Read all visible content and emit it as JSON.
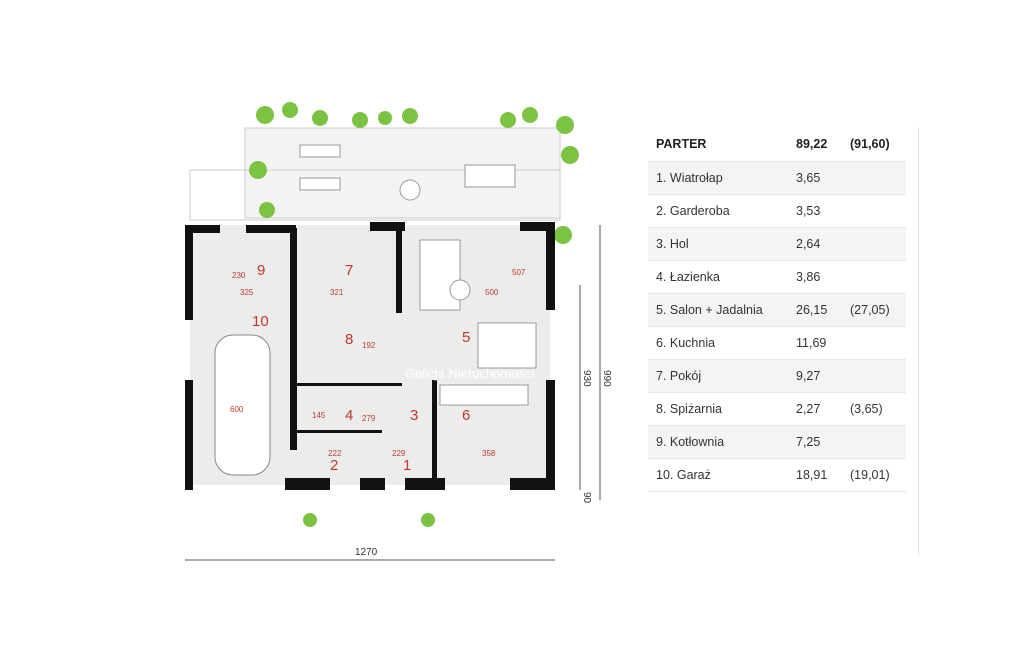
{
  "table": {
    "header": {
      "name": "PARTER",
      "area": "89,22",
      "alt": "(91,60)"
    },
    "rows": [
      {
        "name": "1. Wiatrołap",
        "area": "3,65",
        "alt": ""
      },
      {
        "name": "2. Garderoba",
        "area": "3,53",
        "alt": ""
      },
      {
        "name": "3. Hol",
        "area": "2,64",
        "alt": ""
      },
      {
        "name": "4. Łazienka",
        "area": "3,86",
        "alt": ""
      },
      {
        "name": "5. Salon + Jadalnia",
        "area": "26,15",
        "alt": "(27,05)"
      },
      {
        "name": "6. Kuchnia",
        "area": "11,69",
        "alt": ""
      },
      {
        "name": "7. Pokój",
        "area": "9,27",
        "alt": ""
      },
      {
        "name": "8. Spiżarnia",
        "area": "2,27",
        "alt": "(3,65)"
      },
      {
        "name": "9. Kotłownia",
        "area": "7,25",
        "alt": ""
      },
      {
        "name": "10. Garaż",
        "area": "18,91",
        "alt": "(19,01)"
      }
    ]
  },
  "plan": {
    "rooms": [
      "1",
      "2",
      "3",
      "4",
      "5",
      "6",
      "7",
      "8",
      "9",
      "10"
    ],
    "dims": {
      "d325": "325",
      "d230": "230",
      "d321": "321",
      "d500": "500",
      "d507": "507",
      "d192": "192",
      "d279": "279",
      "d145": "145",
      "d222": "222",
      "d229": "229",
      "d358": "358",
      "d600": "600"
    },
    "ext": {
      "width": "1270",
      "depth": "990",
      "depth2": "930",
      "small": "90"
    },
    "watermark": "Galicja Nieruchomości"
  },
  "colors": {
    "wall": "#111111",
    "floor": "#ececec",
    "label": "#c0392b",
    "plant": "#7cc243"
  }
}
